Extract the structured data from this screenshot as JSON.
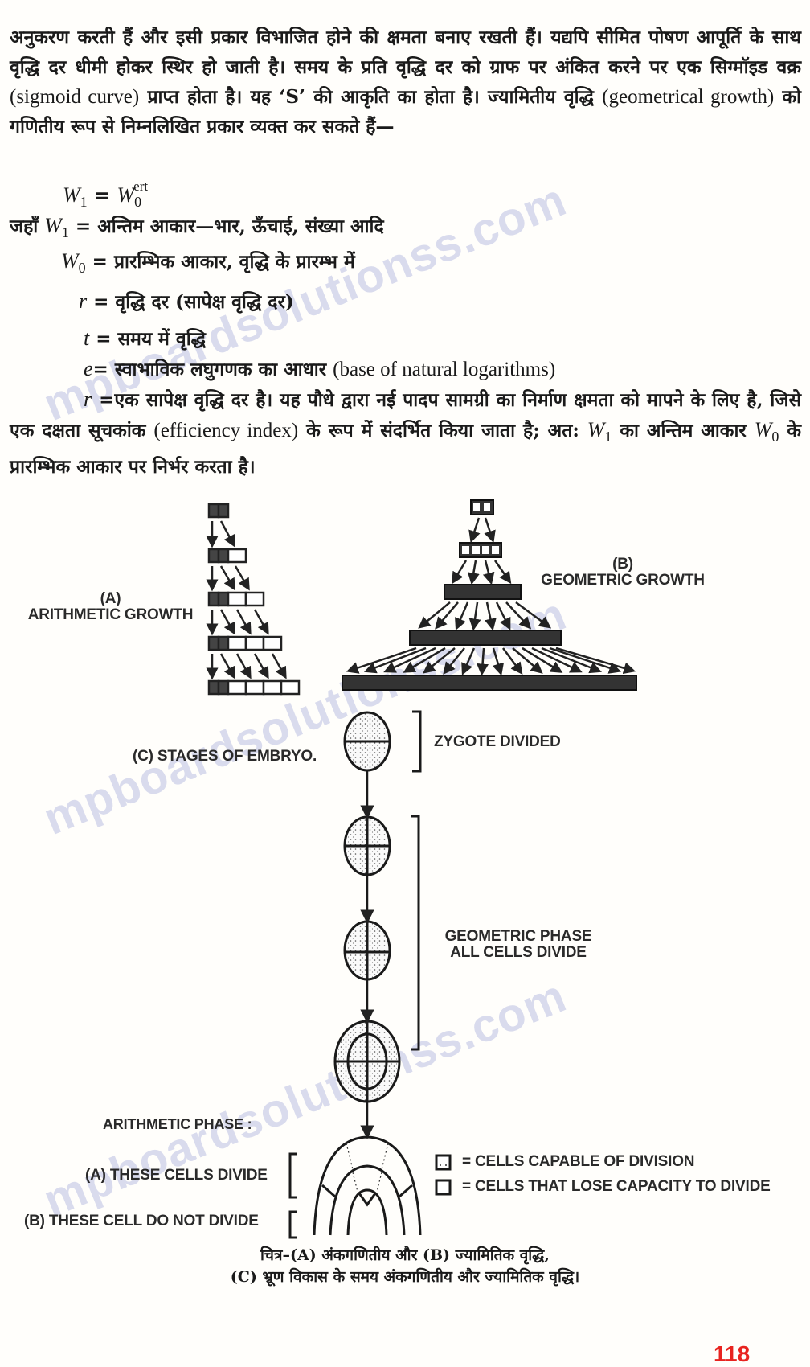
{
  "text": {
    "para1": {
      "part1": "अनुकरण करती हैं और इसी प्रकार विभाजित होने की क्षमता बनाए रखती हैं। यद्यपि सीमित पोषण आपूर्ति के साथ वृद्धि दर धीमी होकर स्थिर हो जाती है। समय के प्रति वृद्धि दर को ग्राफ पर अंकित करने पर एक ",
      "term_hi": "सिग्मॉइड वक्र",
      "term_en": "(sigmoid curve)",
      "part2": " प्राप्त होता है। यह ‘S’ की आकृति का होता है। ",
      "term2_hi": "ज्यामितीय वृद्धि",
      "term2_en": "(geometrical growth)",
      "part3": " को गणितीय रूप से निम्नलिखित प्रकार व्यक्त कर सकते हैं—"
    },
    "formula": {
      "lhs": "W",
      "lhs_sub": "1",
      "eq": " = ",
      "rhs": "W",
      "rhs_sub": "0",
      "rhs_sup": "ert"
    },
    "definitions": [
      {
        "prefix": "जहाँ ",
        "sym": "W",
        "sub": "1",
        "text": " = अन्तिम आकार—भार, ऊँचाई, संख्या आदि"
      },
      {
        "prefix": "",
        "sym": "W",
        "sub": "0",
        "text": " = प्रारम्भिक आकार, वृद्धि के प्रारम्भ में"
      },
      {
        "prefix": "",
        "sym": "r",
        "sub": "",
        "text": " = वृद्धि दर (सापेक्ष वृद्धि दर)"
      },
      {
        "prefix": "",
        "sym": "t",
        "sub": "",
        "text": " = समय में वृद्धि"
      },
      {
        "prefix": "",
        "sym": "e",
        "sub": "",
        "text": "= स्वाभाविक लघुगणक का आधार ",
        "en": "(base of natural logarithms)"
      }
    ],
    "para2": {
      "sym": "r",
      "part1": " =एक सापेक्ष वृद्धि दर है। यह पौधे द्वारा नई पादप सामग्री का निर्माण क्षमता को मापने के लिए है, जिसे एक ",
      "term_hi": "दक्षता सूचकांक",
      "term_en": "(efficiency index)",
      "part2": " के रूप में संदर्भित किया जाता है; अत:",
      "w1": "W",
      "w1_sub": "1",
      "part3": " का अन्तिम आकार ",
      "w0": "W",
      "w0_sub": "0",
      "part4": " के प्रारम्भिक आकार पर निर्भर करता है।"
    }
  },
  "figure": {
    "arithmetic": {
      "tag": "(A)",
      "label": "ARITHMETIC GROWTH",
      "rows": [
        2,
        3,
        4,
        5,
        6
      ]
    },
    "geometric": {
      "tag": "(B)",
      "label": "GEOMETRIC GROWTH",
      "rows": [
        2,
        4,
        8,
        16,
        32
      ]
    },
    "embryo": {
      "title": "(C) STAGES OF EMBRYO.",
      "zygote_label": "ZYGOTE DIVIDED",
      "geometric_phase_line1": "GEOMETRIC PHASE",
      "geometric_phase_line2": "ALL CELLS DIVIDE",
      "arithmetic_phase": "ARITHMETIC PHASE :",
      "cells_divide": "(A) THESE CELLS DIVIDE",
      "cells_not_divide": "(B) THESE CELL DO NOT DIVIDE"
    },
    "legend": [
      {
        "icon": "dotted-cell-icon",
        "label": "= CELLS CAPABLE OF DIVISION"
      },
      {
        "icon": "empty-cell-icon",
        "label": "= CELLS THAT LOSE CAPACITY TO DIVIDE"
      }
    ],
    "caption_line1": "चित्र–(A) अंकगणितीय और (B) ज्यामितिक वृद्धि,",
    "caption_line2": "(C) भ्रूण विकास के समय अंकगणितीय और ज्यामितिक वृद्धि।"
  },
  "watermark": [
    "mpboardsolutionss.com",
    "mpboardsolutionss.com",
    "mpboardsolutionss.com"
  ],
  "page_number": "118",
  "colors": {
    "page_number": "#e8231f",
    "watermark": "#7882c8",
    "ink": "#1a1a1a"
  }
}
